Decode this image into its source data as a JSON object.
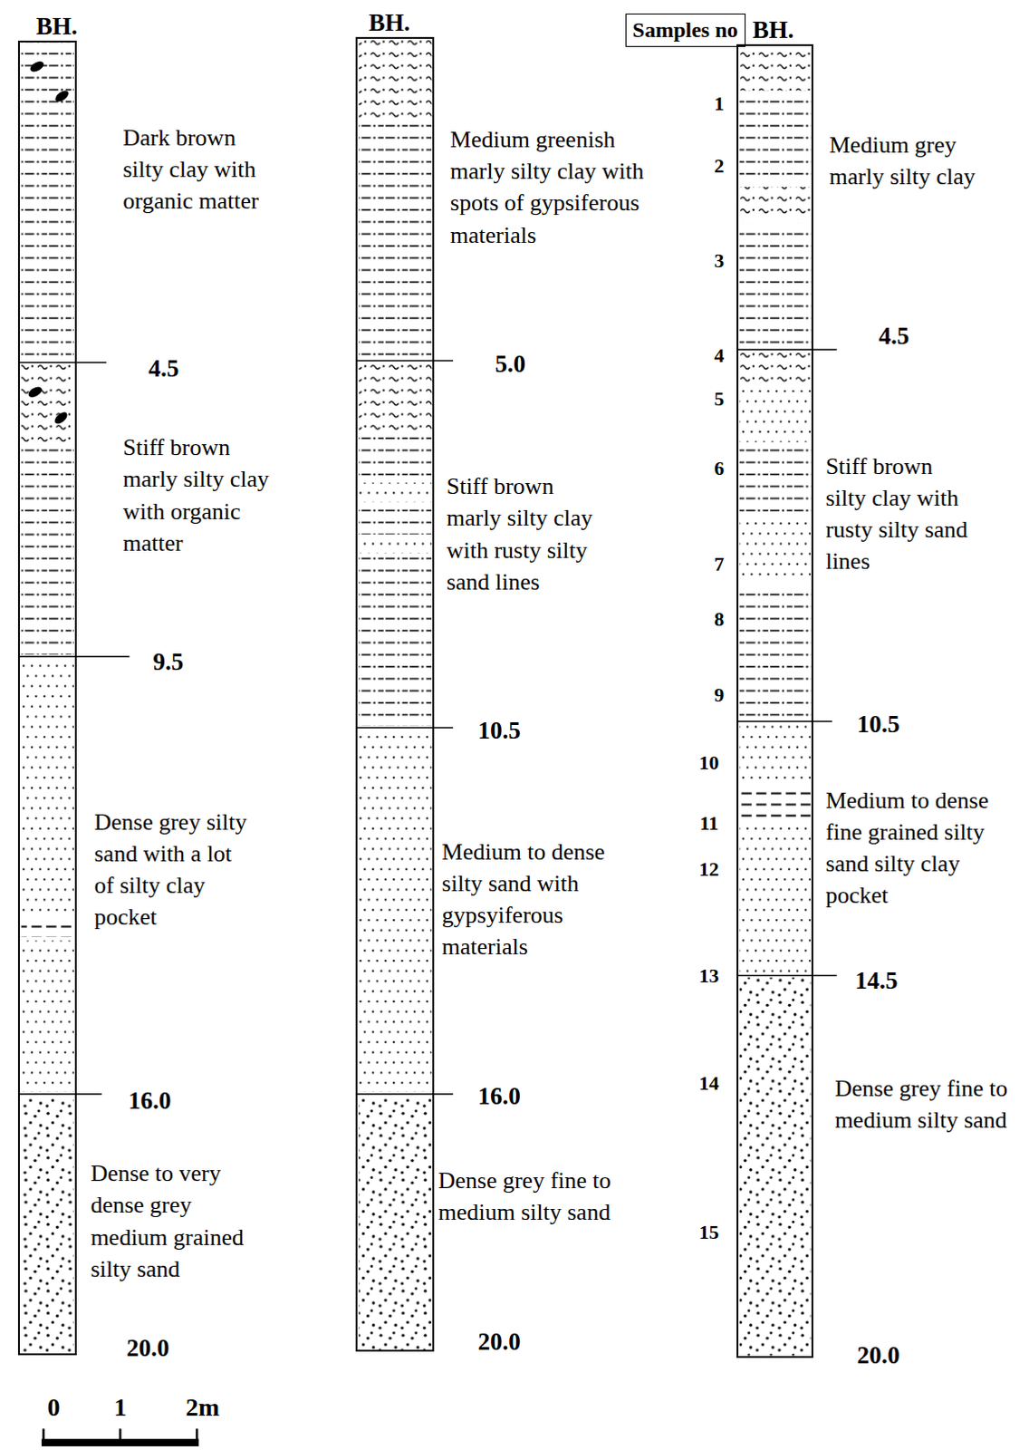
{
  "diagram": {
    "nodes": [
      {
        "text": [
          "BH."
        ]
      },
      {
        "text": [
          "BH."
        ]
      },
      {
        "text": [
          "Samples no"
        ]
      },
      {
        "text": [
          "BH."
        ]
      }
    ],
    "labels": [
      "Dark brown silty clay with organic matter",
      "4.5",
      "Stiff brown marly silty clay with organic matter",
      "9.5",
      "Dense grey silty sand with a lot of silty clay pocket",
      "16.0",
      "Dense to very dense grey medium grained silty sand",
      "20.0",
      "Medium greenish marly silty clay with spots of gypsiferous materials",
      "5.0",
      "Stiff brown marly silty clay with rusty silty sand lines",
      "10.5",
      "Medium to dense silty sand with gypsyiferous materials",
      "16.0",
      "Dense grey fine to medium silty sand",
      "20.0",
      "Medium grey marly silty clay",
      "4.5",
      "Stiff brown silty clay with rusty silty sand lines",
      "10.5",
      "Medium to dense fine grained silty sand silty clay pocket",
      "14.5",
      "Dense grey fine to medium silty sand",
      "20.0",
      "1",
      "2",
      "3",
      "4",
      "5",
      "6",
      "7",
      "8",
      "9",
      "10",
      "11",
      "12",
      "13",
      "14",
      "15",
      "0",
      "1",
      "2m"
    ]
  }
}
